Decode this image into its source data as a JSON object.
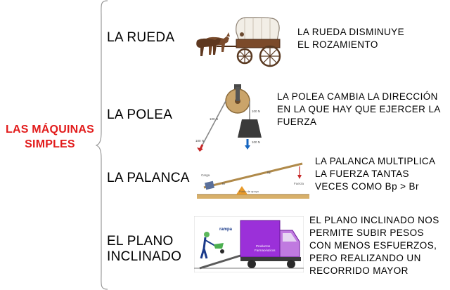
{
  "title_lines": [
    "LAS MÁQUINAS",
    "SIMPLES"
  ],
  "colors": {
    "title": "#e21b1b",
    "arrow": "#c62828",
    "box": "#9b30d9",
    "arrow_blue": "#1565c0"
  },
  "machines": [
    {
      "label_lines": [
        "LA RUEDA"
      ],
      "description_lines": [
        "LA RUEDA DISMINUYE",
        "EL ROZAMIENTO"
      ],
      "image_icon": "covered-wagon-icon"
    },
    {
      "label_lines": [
        "LA POLEA"
      ],
      "description_lines": [
        "LA POLEA CAMBIA LA DIRECCIÓN",
        "EN LA QUE HAY QUE EJERCER LA",
        "FUERZA"
      ],
      "image_icon": "pulley-icon",
      "image_text": {
        "left_force": "100 N",
        "right_force": "100 N",
        "bottom_left": "100 N",
        "bottom_right": "100 N"
      }
    },
    {
      "label_lines": [
        "LA PALANCA"
      ],
      "description_lines": [
        "LA PALANCA MULTIPLICA",
        "LA  FUERZA TANTAS",
        "VECES COMO Bp > Br"
      ],
      "image_icon": "lever-icon",
      "image_text": {
        "load": "Carga",
        "fulcrum": "Punto de apoyo",
        "force": "Fuerza",
        "br": "Br",
        "bp": "Bp"
      }
    },
    {
      "label_lines": [
        "EL PLANO",
        "INCLINADO"
      ],
      "description_lines": [
        "EL PLANO INCLINADO NOS",
        "PERMITE SUBIR PESOS",
        "CON MENOS ESFUERZOS,",
        "PERO REALIZANDO UN",
        "RECORRIDO MAYOR"
      ],
      "image_icon": "truck-ramp-icon",
      "image_text": {
        "ramp": "rampa",
        "box_lines": [
          "Productos",
          "Farmacéuticos"
        ]
      }
    }
  ]
}
